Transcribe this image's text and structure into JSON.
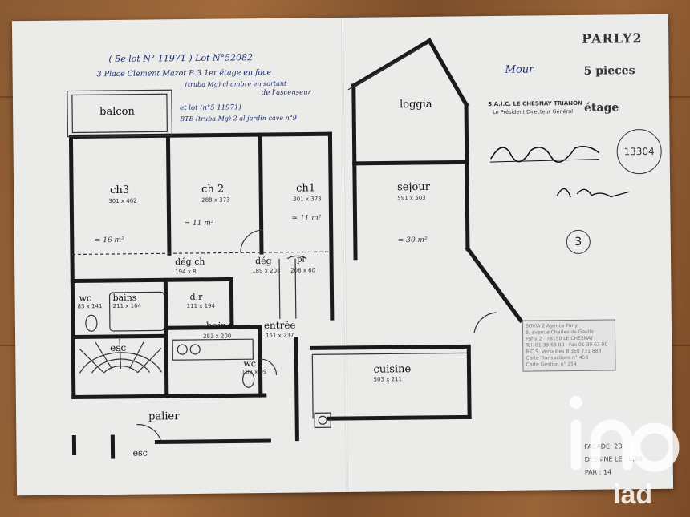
{
  "header": {
    "brand": "PARLY2",
    "type": "5 pieces",
    "floor": "étage",
    "residence_name": "Mour",
    "company": "S.A.I.C. LE CHESNAY TRIANON",
    "company_role": "Le Président Directeur Général",
    "lot_circle": "13304",
    "sheet_circle": "3"
  },
  "handwritten": {
    "line1": "( 5e lot N° 11971 ) Lot N°52082",
    "line2": "3 Place Clement Mazot B.3 1er étage en face",
    "line3": "(truba Mg)   chambre en sortant",
    "line4": "de l'ascenseur",
    "line5": "et lot (n°5 11971)",
    "line6": "BTB (truba Mg) 2 al jardin cave n°9"
  },
  "rooms": {
    "balcon": "balcon",
    "loggia": "loggia",
    "ch3": "ch3",
    "ch3_dim": "301 x 462",
    "ch3_area": "≃ 16 m²",
    "ch2": "ch 2",
    "ch2_dim": "288 x 373",
    "ch2_area": "≃ 11 m²",
    "ch1": "ch1",
    "ch1_dim": "301 x 373",
    "ch1_area": "≃ 11 m²",
    "sejour": "sejour",
    "sejour_dim": "591 x 503",
    "sejour_area": "≃ 30 m²",
    "deg_ch": "dég ch",
    "deg_ch_dim": "194 x 8",
    "deg": "dég",
    "deg_dim": "189 x 208",
    "pl": "pl",
    "pl_dim": "208 x 60",
    "wc1": "wc",
    "wc1_dim": "83 x 141",
    "bains1": "bains",
    "bains1_dim": "211 x 164",
    "dr": "d.r",
    "dr_dim": "111 x 194",
    "bains2": "bains",
    "bains2_dim": "283 x 200",
    "entree": "entrée",
    "entree_dim": "151 x 237",
    "esc": "esc",
    "wc2": "wc",
    "wc2_dim": "103 x 99",
    "cuisine": "cuisine",
    "cuisine_dim": "503 x 211",
    "palier": "palier",
    "esc2": "esc"
  },
  "stamp": {
    "l1": "SOVIA 2 Agence Parly",
    "l2": "8, avenue Charles de Gaulle",
    "l3": "Parly 2 · 78150 LE CHESNAY",
    "l4": "Tél. 01 39 63 00 · Fax 01 39 63 00",
    "l5": "R.C.S. Versailles B 350 731 883",
    "l6": "Carte Transactions n° 458",
    "l7": "Carte Gestion n° 254"
  },
  "footer": {
    "facade": "FACADE: 28",
    "dessine": "DESSINE LE : 6.69",
    "par": "PAR : 14"
  },
  "watermark": "iad"
}
